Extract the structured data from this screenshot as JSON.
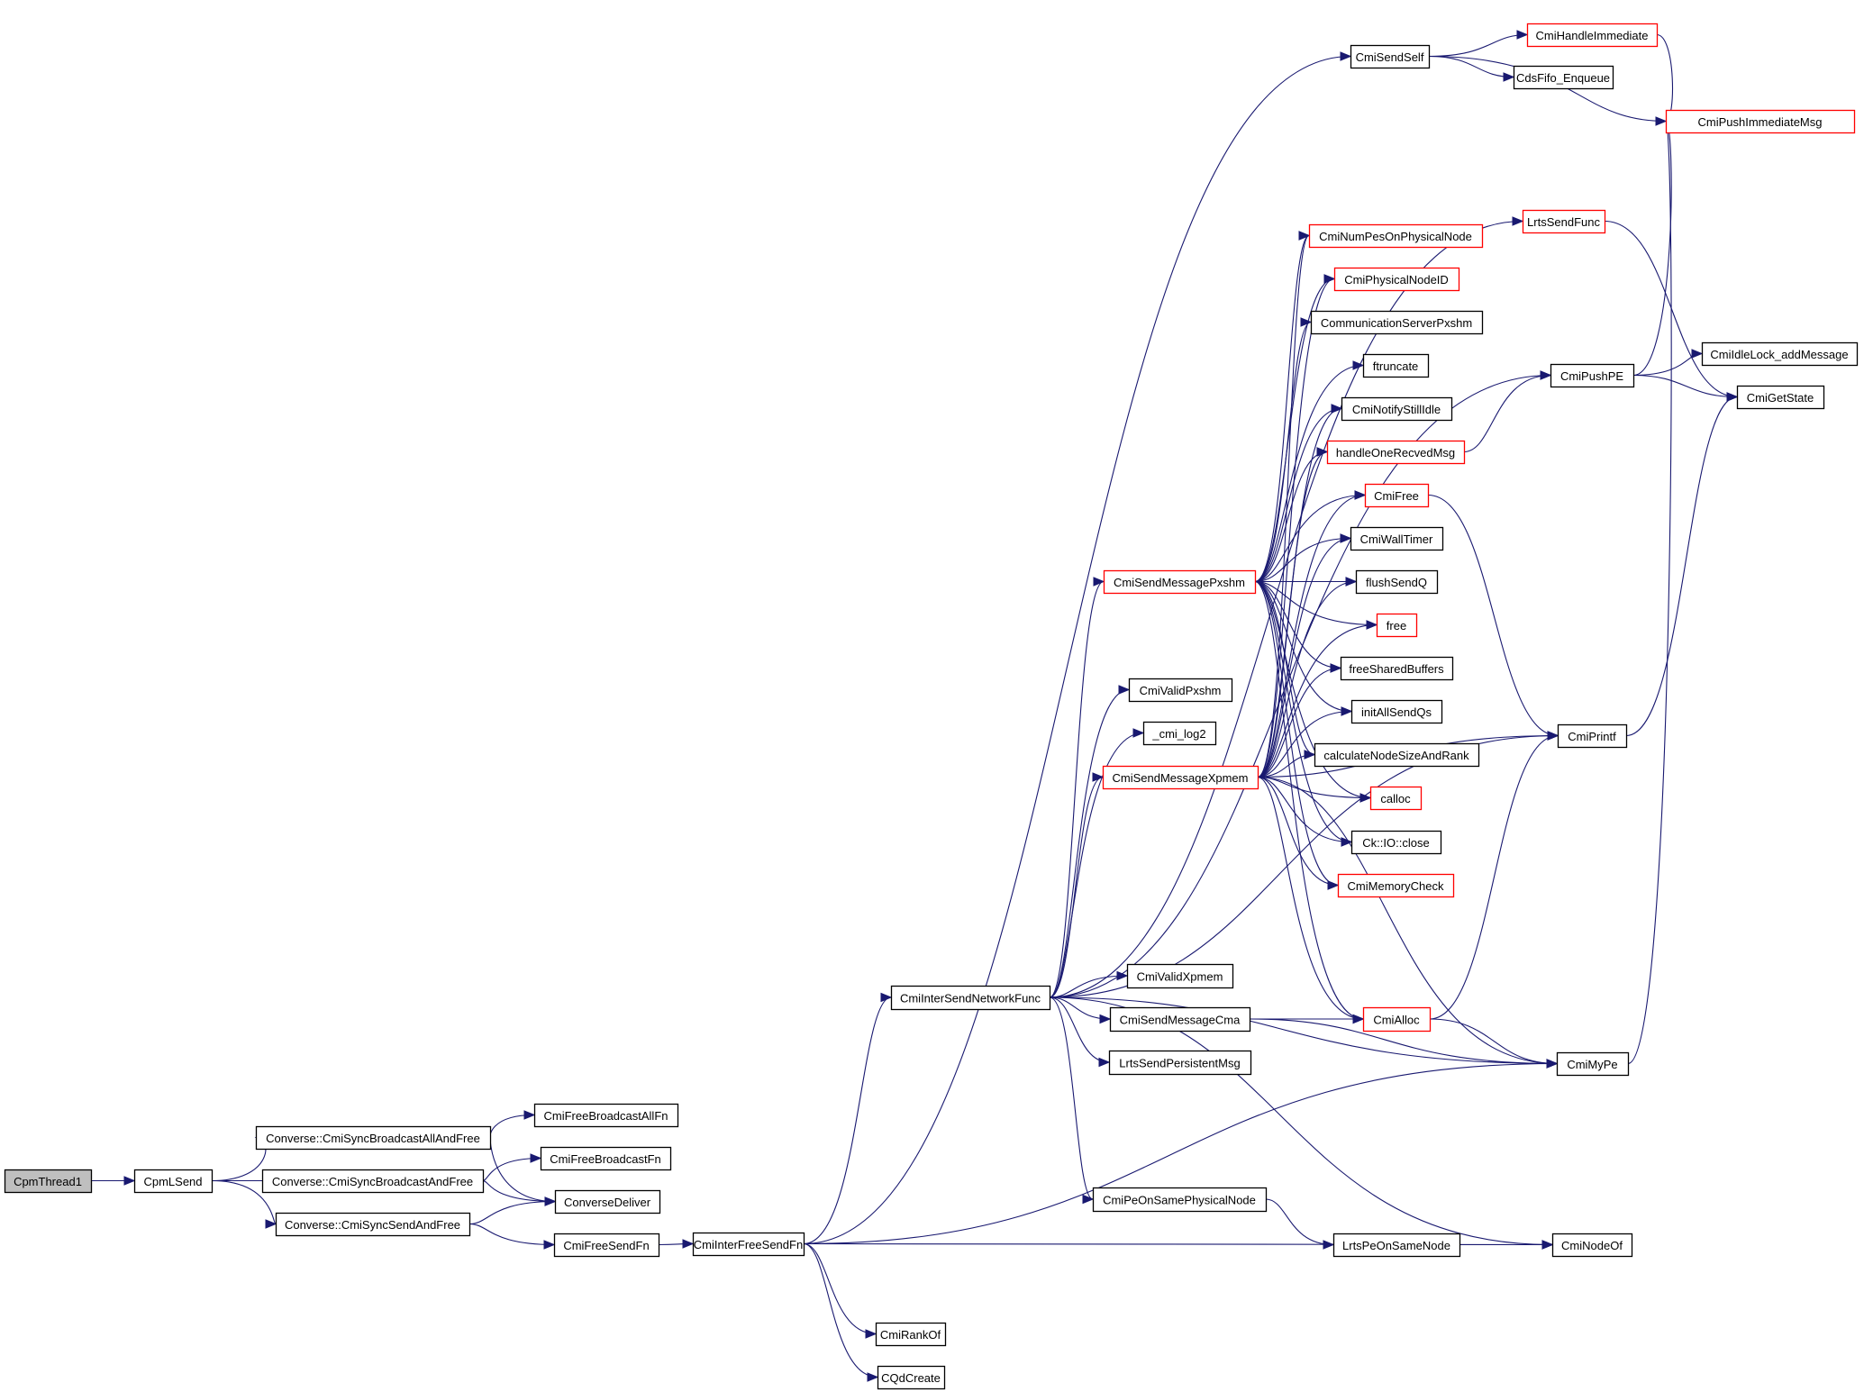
{
  "diagram": {
    "type": "call-graph",
    "root": "CpmThread1",
    "colors": {
      "edge": "#191970",
      "node_border": "#000000",
      "truncated_node_border": "#ff0000",
      "root_fill": "#bfbfbf",
      "node_fill": "#ffffff"
    },
    "nodes": [
      {
        "id": "CpmThread1",
        "label": "CpmThread1",
        "truncated": false,
        "root": true
      },
      {
        "id": "CpmLSend",
        "label": "CpmLSend",
        "truncated": false
      },
      {
        "id": "SyncBcastAll",
        "label": "Converse::CmiSyncBroadcastAllAndFree",
        "truncated": false
      },
      {
        "id": "SyncBcast",
        "label": "Converse::CmiSyncBroadcastAndFree",
        "truncated": false
      },
      {
        "id": "SyncSend",
        "label": "Converse::CmiSyncSendAndFree",
        "truncated": false
      },
      {
        "id": "CmiFreeBroadcastAllFn",
        "label": "CmiFreeBroadcastAllFn",
        "truncated": false
      },
      {
        "id": "CmiFreeBroadcastFn",
        "label": "CmiFreeBroadcastFn",
        "truncated": false
      },
      {
        "id": "ConverseDeliver",
        "label": "ConverseDeliver",
        "truncated": false
      },
      {
        "id": "CmiFreeSendFn",
        "label": "CmiFreeSendFn",
        "truncated": false
      },
      {
        "id": "CmiInterFreeSendFn",
        "label": "CmiInterFreeSendFn",
        "truncated": false
      },
      {
        "id": "CmiRankOf",
        "label": "CmiRankOf",
        "truncated": false
      },
      {
        "id": "CQdCreate",
        "label": "CQdCreate",
        "truncated": false
      },
      {
        "id": "CmiInterSendNetworkFunc",
        "label": "CmiInterSendNetworkFunc",
        "truncated": false
      },
      {
        "id": "CmiValidXpmem",
        "label": "CmiValidXpmem",
        "truncated": false
      },
      {
        "id": "CmiSendMessageCma",
        "label": "CmiSendMessageCma",
        "truncated": false
      },
      {
        "id": "LrtsSendPersistentMsg",
        "label": "LrtsSendPersistentMsg",
        "truncated": false
      },
      {
        "id": "CmiPeOnSamePhysicalNode",
        "label": "CmiPeOnSamePhysicalNode",
        "truncated": false
      },
      {
        "id": "LrtsPeOnSameNode",
        "label": "LrtsPeOnSameNode",
        "truncated": false
      },
      {
        "id": "CmiNodeOf",
        "label": "CmiNodeOf",
        "truncated": false
      },
      {
        "id": "CmiMyPe",
        "label": "CmiMyPe",
        "truncated": false
      },
      {
        "id": "CmiAlloc",
        "label": "CmiAlloc",
        "truncated": true
      },
      {
        "id": "CmiValidPxshm",
        "label": "CmiValidPxshm",
        "truncated": false
      },
      {
        "id": "_cmi_log2",
        "label": "_cmi_log2",
        "truncated": false
      },
      {
        "id": "CmiSendMessagePxshm",
        "label": "CmiSendMessagePxshm",
        "truncated": true
      },
      {
        "id": "CmiSendMessageXpmem",
        "label": "CmiSendMessageXpmem",
        "truncated": true
      },
      {
        "id": "CmiSendSelf",
        "label": "CmiSendSelf",
        "truncated": false
      },
      {
        "id": "CmiHandleImmediate",
        "label": "CmiHandleImmediate",
        "truncated": true
      },
      {
        "id": "CdsFifo_Enqueue",
        "label": "CdsFifo_Enqueue",
        "truncated": false
      },
      {
        "id": "CmiPushImmediateMsg",
        "label": "CmiPushImmediateMsg",
        "truncated": true
      },
      {
        "id": "LrtsSendFunc",
        "label": "LrtsSendFunc",
        "truncated": true
      },
      {
        "id": "CmiNumPesOnPhysicalNode",
        "label": "CmiNumPesOnPhysicalNode",
        "truncated": true
      },
      {
        "id": "CmiPhysicalNodeID",
        "label": "CmiPhysicalNodeID",
        "truncated": true
      },
      {
        "id": "CommunicationServerPxshm",
        "label": "CommunicationServerPxshm",
        "truncated": false
      },
      {
        "id": "ftruncate",
        "label": "ftruncate",
        "truncated": false
      },
      {
        "id": "CmiNotifyStillIdle",
        "label": "CmiNotifyStillIdle",
        "truncated": false
      },
      {
        "id": "handleOneRecvedMsg",
        "label": "handleOneRecvedMsg",
        "truncated": true
      },
      {
        "id": "CmiFree",
        "label": "CmiFree",
        "truncated": true
      },
      {
        "id": "CmiWallTimer",
        "label": "CmiWallTimer",
        "truncated": false
      },
      {
        "id": "flushSendQ",
        "label": "flushSendQ",
        "truncated": false
      },
      {
        "id": "free",
        "label": "free",
        "truncated": true
      },
      {
        "id": "freeSharedBuffers",
        "label": "freeSharedBuffers",
        "truncated": false
      },
      {
        "id": "initAllSendQs",
        "label": "initAllSendQs",
        "truncated": false
      },
      {
        "id": "calculateNodeSizeAndRank",
        "label": "calculateNodeSizeAndRank",
        "truncated": false
      },
      {
        "id": "calloc",
        "label": "calloc",
        "truncated": true
      },
      {
        "id": "CkIOclose",
        "label": "Ck::IO::close",
        "truncated": false
      },
      {
        "id": "CmiMemoryCheck",
        "label": "CmiMemoryCheck",
        "truncated": true
      },
      {
        "id": "CmiPushPE",
        "label": "CmiPushPE",
        "truncated": false
      },
      {
        "id": "CmiIdleLock_addMessage",
        "label": "CmiIdleLock_addMessage",
        "truncated": false
      },
      {
        "id": "CmiGetState",
        "label": "CmiGetState",
        "truncated": false
      },
      {
        "id": "CmiPrintf",
        "label": "CmiPrintf",
        "truncated": false
      }
    ],
    "edges": [
      [
        "CpmThread1",
        "CpmLSend"
      ],
      [
        "CpmLSend",
        "SyncBcastAll"
      ],
      [
        "CpmLSend",
        "SyncBcast"
      ],
      [
        "CpmLSend",
        "SyncSend"
      ],
      [
        "SyncBcastAll",
        "CmiFreeBroadcastAllFn"
      ],
      [
        "SyncBcastAll",
        "ConverseDeliver"
      ],
      [
        "SyncBcast",
        "CmiFreeBroadcastFn"
      ],
      [
        "SyncBcast",
        "ConverseDeliver"
      ],
      [
        "SyncSend",
        "ConverseDeliver"
      ],
      [
        "SyncSend",
        "CmiFreeSendFn"
      ],
      [
        "CmiFreeSendFn",
        "CmiInterFreeSendFn"
      ],
      [
        "CmiInterFreeSendFn",
        "CmiSendSelf"
      ],
      [
        "CmiInterFreeSendFn",
        "CmiInterSendNetworkFunc"
      ],
      [
        "CmiInterFreeSendFn",
        "CmiMyPe"
      ],
      [
        "CmiInterFreeSendFn",
        "CmiNodeOf"
      ],
      [
        "CmiInterFreeSendFn",
        "CmiRankOf"
      ],
      [
        "CmiInterFreeSendFn",
        "CQdCreate"
      ],
      [
        "CmiSendSelf",
        "CmiHandleImmediate"
      ],
      [
        "CmiSendSelf",
        "CdsFifo_Enqueue"
      ],
      [
        "CmiSendSelf",
        "CmiPushImmediateMsg"
      ],
      [
        "CmiHandleImmediate",
        "CmiPushImmediateMsg"
      ],
      [
        "CmiInterSendNetworkFunc",
        "LrtsSendFunc"
      ],
      [
        "CmiInterSendNetworkFunc",
        "CmiPushPE"
      ],
      [
        "CmiInterSendNetworkFunc",
        "CmiPrintf"
      ],
      [
        "CmiInterSendNetworkFunc",
        "CmiSendMessagePxshm"
      ],
      [
        "CmiInterSendNetworkFunc",
        "CmiValidPxshm"
      ],
      [
        "CmiInterSendNetworkFunc",
        "_cmi_log2"
      ],
      [
        "CmiInterSendNetworkFunc",
        "CmiSendMessageXpmem"
      ],
      [
        "CmiInterSendNetworkFunc",
        "CmiValidXpmem"
      ],
      [
        "CmiInterSendNetworkFunc",
        "CmiSendMessageCma"
      ],
      [
        "CmiInterSendNetworkFunc",
        "LrtsSendPersistentMsg"
      ],
      [
        "CmiInterSendNetworkFunc",
        "CmiMyPe"
      ],
      [
        "CmiInterSendNetworkFunc",
        "CmiNodeOf"
      ],
      [
        "CmiInterSendNetworkFunc",
        "CmiPeOnSamePhysicalNode"
      ],
      [
        "CmiSendMessageCma",
        "CmiAlloc"
      ],
      [
        "CmiSendMessageCma",
        "CmiMyPe"
      ],
      [
        "CmiPeOnSamePhysicalNode",
        "LrtsPeOnSameNode"
      ],
      [
        "LrtsPeOnSameNode",
        "CmiNodeOf"
      ],
      [
        "CmiAlloc",
        "CmiMyPe"
      ],
      [
        "CmiAlloc",
        "CmiPrintf"
      ],
      [
        "CmiMyPe",
        "CmiPushImmediateMsg"
      ],
      [
        "CmiSendMessagePxshm",
        "CmiNumPesOnPhysicalNode"
      ],
      [
        "CmiSendMessagePxshm",
        "CmiPhysicalNodeID"
      ],
      [
        "CmiSendMessagePxshm",
        "CommunicationServerPxshm"
      ],
      [
        "CmiSendMessagePxshm",
        "ftruncate"
      ],
      [
        "CmiSendMessagePxshm",
        "CmiNotifyStillIdle"
      ],
      [
        "CmiSendMessagePxshm",
        "handleOneRecvedMsg"
      ],
      [
        "CmiSendMessagePxshm",
        "CmiFree"
      ],
      [
        "CmiSendMessagePxshm",
        "CmiWallTimer"
      ],
      [
        "CmiSendMessagePxshm",
        "flushSendQ"
      ],
      [
        "CmiSendMessagePxshm",
        "free"
      ],
      [
        "CmiSendMessagePxshm",
        "freeSharedBuffers"
      ],
      [
        "CmiSendMessagePxshm",
        "initAllSendQs"
      ],
      [
        "CmiSendMessagePxshm",
        "calculateNodeSizeAndRank"
      ],
      [
        "CmiSendMessagePxshm",
        "calloc"
      ],
      [
        "CmiSendMessagePxshm",
        "CkIOclose"
      ],
      [
        "CmiSendMessagePxshm",
        "CmiMemoryCheck"
      ],
      [
        "CmiSendMessagePxshm",
        "CmiAlloc"
      ],
      [
        "CmiSendMessageXpmem",
        "CmiNumPesOnPhysicalNode"
      ],
      [
        "CmiSendMessageXpmem",
        "CmiPhysicalNodeID"
      ],
      [
        "CmiSendMessageXpmem",
        "CmiNotifyStillIdle"
      ],
      [
        "CmiSendMessageXpmem",
        "handleOneRecvedMsg"
      ],
      [
        "CmiSendMessageXpmem",
        "CmiFree"
      ],
      [
        "CmiSendMessageXpmem",
        "CmiWallTimer"
      ],
      [
        "CmiSendMessageXpmem",
        "flushSendQ"
      ],
      [
        "CmiSendMessageXpmem",
        "free"
      ],
      [
        "CmiSendMessageXpmem",
        "freeSharedBuffers"
      ],
      [
        "CmiSendMessageXpmem",
        "initAllSendQs"
      ],
      [
        "CmiSendMessageXpmem",
        "calculateNodeSizeAndRank"
      ],
      [
        "CmiSendMessageXpmem",
        "calloc"
      ],
      [
        "CmiSendMessageXpmem",
        "CkIOclose"
      ],
      [
        "CmiSendMessageXpmem",
        "CmiMemoryCheck"
      ],
      [
        "CmiSendMessageXpmem",
        "CmiAlloc"
      ],
      [
        "CmiSendMessageXpmem",
        "CmiPrintf"
      ],
      [
        "CmiSendMessageXpmem",
        "CmiMyPe"
      ],
      [
        "handleOneRecvedMsg",
        "CmiPushPE"
      ],
      [
        "CmiFree",
        "CmiPrintf"
      ],
      [
        "LrtsSendFunc",
        "CmiGetState"
      ],
      [
        "CmiPushPE",
        "CmiPushImmediateMsg"
      ],
      [
        "CmiPushPE",
        "CmiIdleLock_addMessage"
      ],
      [
        "CmiPushPE",
        "CmiGetState"
      ],
      [
        "CmiPrintf",
        "CmiGetState"
      ]
    ]
  }
}
